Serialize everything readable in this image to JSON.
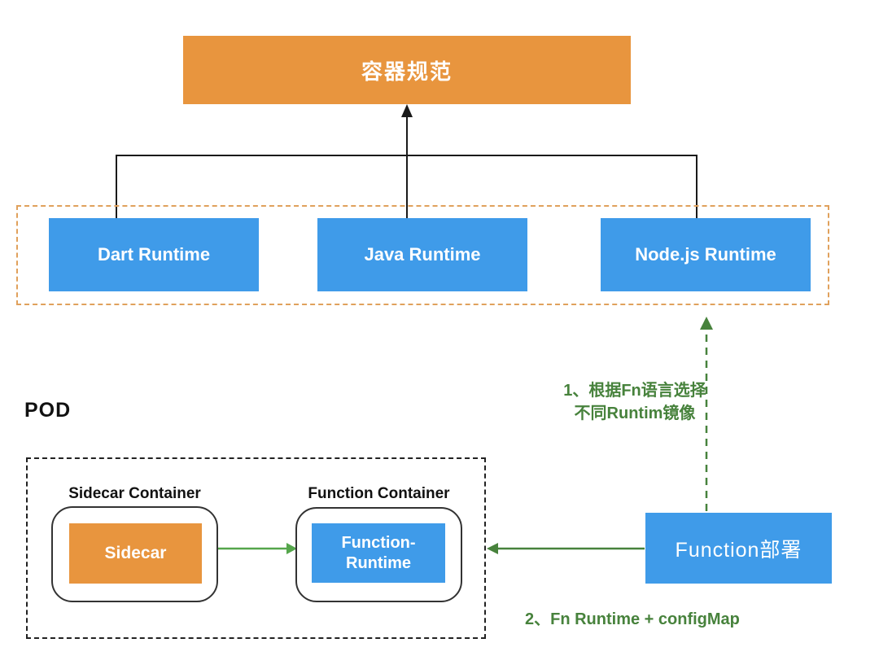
{
  "colors": {
    "orange": "#E8953E",
    "blue": "#3F9BE9",
    "dash_orange": "#E0A15C",
    "green_dark": "#47823C",
    "green_bright": "#55A64B"
  },
  "spec": {
    "label": "容器规范"
  },
  "runtime_group": {
    "items": [
      {
        "label": "Dart Runtime"
      },
      {
        "label": "Java Runtime"
      },
      {
        "label": "Node.js Runtime"
      }
    ]
  },
  "pod": {
    "label": "POD",
    "sidecar_container": {
      "title": "Sidecar Container",
      "box_label": "Sidecar"
    },
    "function_container": {
      "title": "Function Container",
      "box_line1": "Function-",
      "box_line2": "Runtime"
    }
  },
  "deploy": {
    "label": "Function部署"
  },
  "annotations": {
    "step1_line1": "1、根据Fn语言选择",
    "step1_line2": "不同Runtim镜像",
    "step2": "2、Fn Runtime + configMap"
  }
}
